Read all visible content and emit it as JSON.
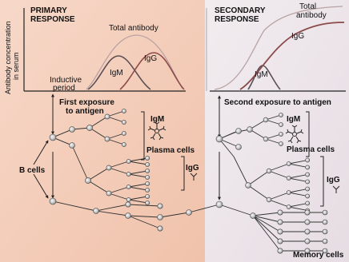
{
  "primary": {
    "header_line1": "PRIMARY",
    "header_line2": "RESPONSE",
    "total_label": "Total antibody",
    "igm_label": "IgM",
    "igg_label": "IgG",
    "inductive_line1": "Inductive",
    "inductive_line2": "period",
    "exposure_line1": "First exposure",
    "exposure_line2": "to antigen"
  },
  "secondary": {
    "header_line1": "SECONDARY",
    "header_line2": "RESPONSE",
    "total_line1": "Total",
    "total_line2": "antibody",
    "igg_label": "IgG",
    "igm_label": "IgM",
    "exposure_label": "Second exposure to antigen"
  },
  "y_axis_line1": "Antibody concentration",
  "y_axis_line2": "in serum",
  "tree": {
    "b_cells": "B cells",
    "igm_primary": "IgM",
    "plasma_primary": "Plasma cells",
    "igg_primary": "IgG",
    "igm_secondary": "IgM",
    "plasma_secondary": "Plasma cells",
    "igg_secondary": "IgG",
    "memory_cells": "Memory cells"
  },
  "colors": {
    "primary_bg": "#f3c9b4",
    "secondary_bg": "#ece6ec",
    "igm_curve": "#5c4f57",
    "igg_curve": "#8c4b4b",
    "total_curve": "#b9a3a3"
  }
}
